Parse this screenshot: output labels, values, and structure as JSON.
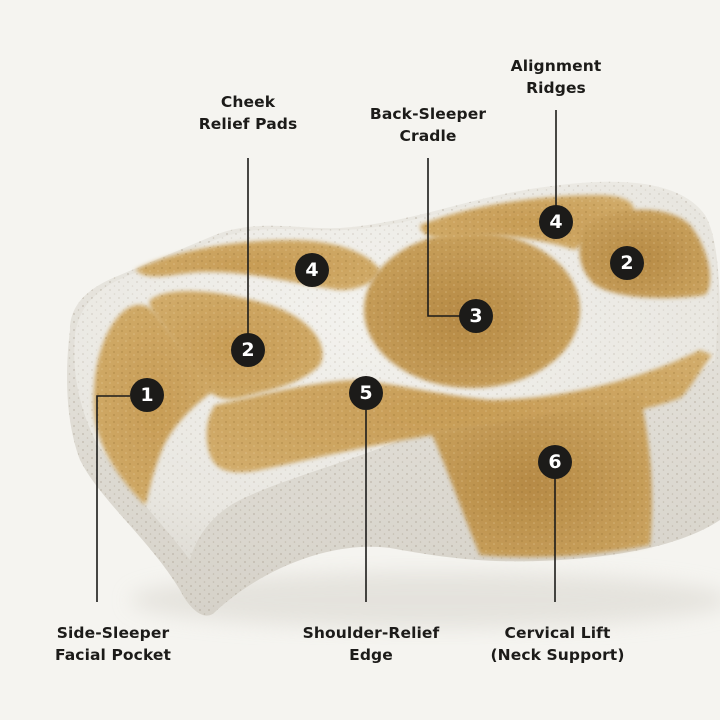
{
  "colors": {
    "background": "#f5f4f0",
    "foam_white": "#ecebe6",
    "foam_shadow": "#d8d5cd",
    "zone_tan": "#c9a25e",
    "zone_tan_dark": "#b98f4a",
    "marker_fill": "#1c1b19",
    "marker_text": "#ffffff",
    "leader_line": "#1c1b19",
    "label_text": "#1c1b19"
  },
  "labels": {
    "cheek_relief": {
      "line1": "Cheek",
      "line2": "Relief Pads"
    },
    "back_sleeper": {
      "line1": "Back-Sleeper",
      "line2": "Cradle"
    },
    "alignment": {
      "line1": "Alignment",
      "line2": "Ridges"
    },
    "side_sleeper": {
      "line1": "Side-Sleeper",
      "line2": "Facial Pocket"
    },
    "shoulder_relief": {
      "line1": "Shoulder-Relief",
      "line2": "Edge"
    },
    "cervical_lift": {
      "line1": "Cervical Lift",
      "line2": "(Neck Support)"
    }
  },
  "markers": [
    {
      "id": "m1",
      "number": "1",
      "zone": "Side-Sleeper Facial Pocket"
    },
    {
      "id": "m2a",
      "number": "2",
      "zone": "Cheek Relief Pads"
    },
    {
      "id": "m2b",
      "number": "2",
      "zone": "Cheek Relief Pads"
    },
    {
      "id": "m3",
      "number": "3",
      "zone": "Back-Sleeper Cradle"
    },
    {
      "id": "m4a",
      "number": "4",
      "zone": "Alignment Ridges"
    },
    {
      "id": "m4b",
      "number": "4",
      "zone": "Alignment Ridges"
    },
    {
      "id": "m5",
      "number": "5",
      "zone": "Shoulder-Relief Edge"
    },
    {
      "id": "m6",
      "number": "6",
      "zone": "Cervical Lift (Neck Support)"
    }
  ]
}
